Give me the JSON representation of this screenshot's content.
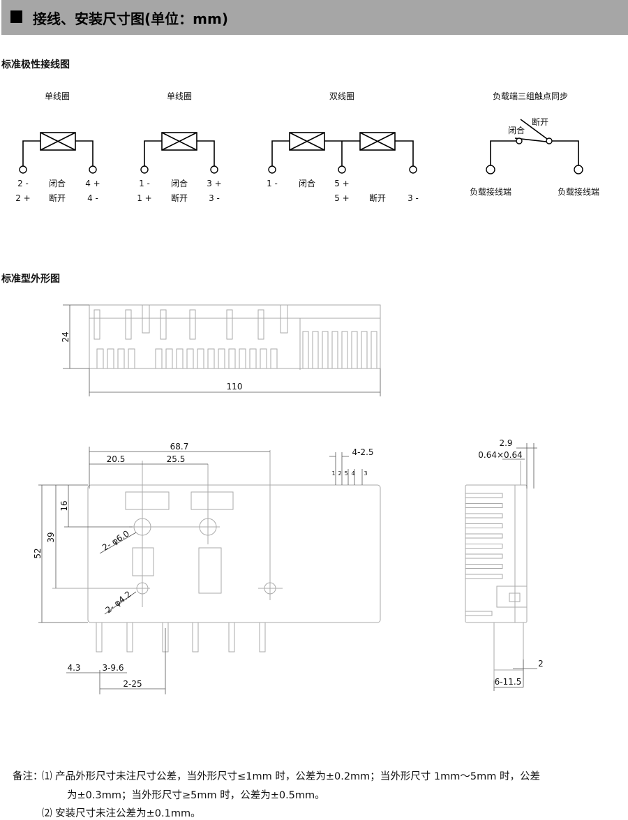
{
  "header": {
    "title": "接线、安装尺寸图(单位：mm)"
  },
  "sections": {
    "wiring": "标准极性接线图",
    "outline": "标准型外形图"
  },
  "wiring": {
    "d1": {
      "title": "单线圈",
      "r1": [
        "2 -",
        "闭合",
        "4 +"
      ],
      "r2": [
        "2 +",
        "断开",
        "4 -"
      ]
    },
    "d2": {
      "title": "单线圈",
      "r1": [
        "1 -",
        "闭合",
        "3 +"
      ],
      "r2": [
        "1 +",
        "断开",
        "3 -"
      ]
    },
    "d3": {
      "title": "双线圈",
      "r1": [
        "1 -",
        "闭合",
        "5 +"
      ],
      "r2": [
        "5 +",
        "断开",
        "3 -"
      ]
    },
    "d4": {
      "title": "负载端三组触点同步",
      "closed": "闭合",
      "open": "断开",
      "left": "负载接线端",
      "right": "负载接线端"
    }
  },
  "dims": {
    "top": {
      "h": "24",
      "w": "110"
    },
    "front": {
      "d687": "68.7",
      "d205": "20.5",
      "d255": "25.5",
      "d52": "52",
      "d39": "39",
      "d16": "16",
      "hole6": "2- φ6.0",
      "hole42": "2- φ4.2",
      "pitch": "4-2.5",
      "pins": [
        "1",
        "2",
        "5",
        "4",
        "3"
      ],
      "d43": "4.3",
      "d396": "3-9.6",
      "d225": "2-25"
    },
    "side": {
      "d29": "2.9",
      "pin": "0.64×0.64",
      "d2": "2",
      "d6115": "6-11.5"
    }
  },
  "notes": {
    "label": "备注：",
    "n1a": "⑴ 产品外形尺寸未注尺寸公差，当外形尺寸≤1mm 时，公差为±0.2mm；当外形尺寸 1mm～5mm 时，公差",
    "n1b": "为±0.3mm；当外形尺寸≥5mm 时，公差为±0.5mm。",
    "n2": "⑵ 安装尺寸未注公差为±0.1mm。"
  }
}
